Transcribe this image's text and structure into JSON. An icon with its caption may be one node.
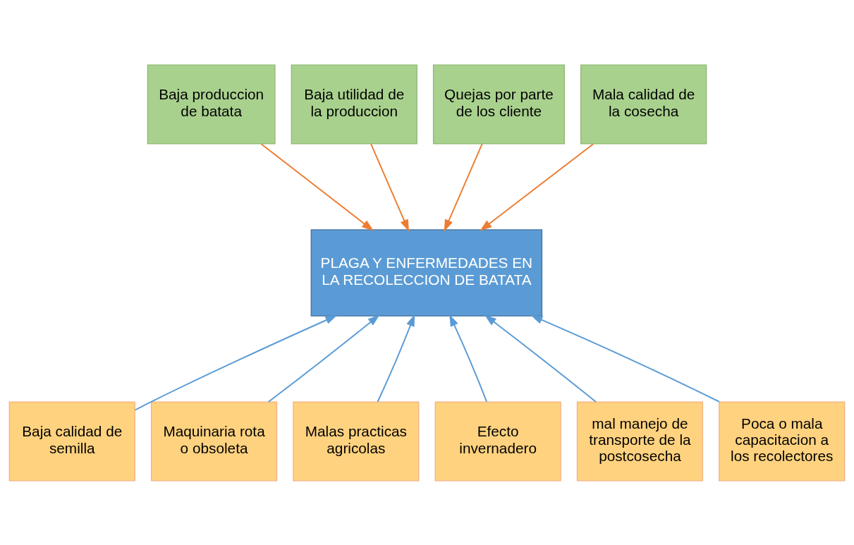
{
  "diagram": {
    "nodes": [
      {
        "text": [
          "Baja produccion de batata"
        ]
      },
      {
        "text": [
          "Baja utilidad de la produccion"
        ]
      },
      {
        "text": [
          "Quejas por parte de los cliente"
        ]
      },
      {
        "text": [
          "Mala calidad de la cosecha"
        ]
      },
      {
        "text": [
          "PLAGA Y ENFERMEDADES EN LA RECOLECCION DE BATATA"
        ]
      },
      {
        "text": [
          "Baja calidad de semilla"
        ]
      },
      {
        "text": [
          "Maquinaria rota o obsoleta"
        ]
      },
      {
        "text": [
          "Malas practicas agricolas"
        ]
      },
      {
        "text": [
          "Efecto invernadero"
        ]
      },
      {
        "text": [
          "mal manejo de transporte de la postcosecha"
        ]
      },
      {
        "text": [
          "Poca o mala capacitacion a los recolectores"
        ]
      }
    ],
    "edges": [
      {
        "from": 0,
        "to": 4,
        "arrow": "to",
        "color": "#ed7d31"
      },
      {
        "from": 1,
        "to": 4,
        "arrow": "to",
        "color": "#ed7d31"
      },
      {
        "from": 2,
        "to": 4,
        "arrow": "to",
        "color": "#ed7d31"
      },
      {
        "from": 3,
        "to": 4,
        "arrow": "to",
        "color": "#ed7d31"
      },
      {
        "from": 5,
        "to": 4,
        "arrow": "to"
      },
      {
        "from": 6,
        "to": 4,
        "arrow": "to"
      },
      {
        "from": 7,
        "to": 4,
        "arrow": "to"
      },
      {
        "from": 8,
        "to": 4,
        "arrow": "to"
      },
      {
        "from": 9,
        "to": 4,
        "arrow": "to"
      },
      {
        "from": 10,
        "to": 4,
        "arrow": "to"
      }
    ]
  }
}
